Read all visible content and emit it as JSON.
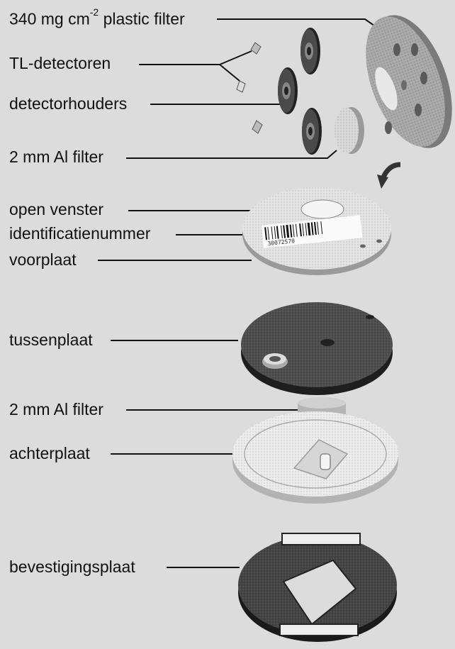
{
  "labels": {
    "plastic_filter_pre": "340 mg cm",
    "plastic_filter_exp": "-2",
    "plastic_filter_post": " plastic filter",
    "tl_detectors": "TL-detectoren",
    "detector_holders": "detectorhouders",
    "al_filter_top": "2 mm Al filter",
    "open_window": "open venster",
    "id_number": "identificatienummer",
    "front_plate": "voorplaat",
    "middle_plate": "tussenplaat",
    "al_filter_bottom": "2 mm Al filter",
    "back_plate": "achterplaat",
    "mounting_plate": "bevestigingsplaat"
  },
  "barcode_number": "30072570",
  "colors": {
    "background": "#dcdcdc",
    "ink": "#111111",
    "dark_plate": "#3a3a3a",
    "light_plate": "#e6e6e6",
    "filter_disc": "#c4c4c4"
  }
}
